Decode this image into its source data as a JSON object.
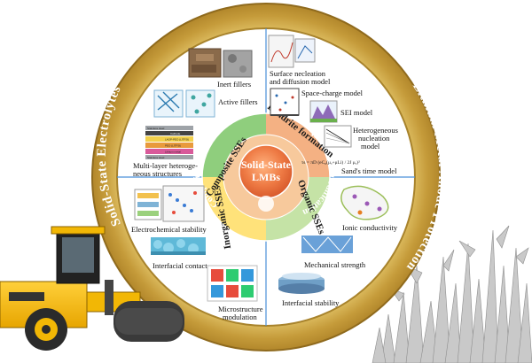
{
  "outer_ring": {
    "left_label": "Solid-State Electrolytes",
    "right_label": "Lithium Metal Anode Protection"
  },
  "center": {
    "line1": "Solid-State",
    "line2": "LMBs",
    "arc_left": "Composition Tuning",
    "arc_right": "Interfacial modification"
  },
  "quadrant_titles": {
    "top_left": "Composite SSEs",
    "top_right": "Dendrite formation",
    "bottom_left": "Inorganic SSEs",
    "bottom_right": "Organic SSEs"
  },
  "top_left_items": {
    "inert": "Inert fillers",
    "active": "Active fillers",
    "multilayer_1": "Multi-layer heteroge-",
    "multilayer_2": "neous structures"
  },
  "multilayer_diagram": {
    "row1": "Stainless steel",
    "row2": "Cathode",
    "row3": "LAGP-PEO (LITFSI)",
    "row4": "PEO (LITFSI)",
    "row5": "Lithium metal",
    "row6": "Stainless steel"
  },
  "top_right_items": {
    "surface_1": "Surface necleation",
    "surface_2": "and diffusion model",
    "space_charge": "Space-charge model",
    "sei": "SEI model",
    "hetero_1": "Heterogeneous",
    "hetero_2": "nucleation",
    "hetero_3": "model",
    "sand": "Sand's time model",
    "formula": "τs = πD (eC₀(μₐ+μLi) / 2J μₐ)²"
  },
  "bottom_left_items": {
    "electrochem": "Electrochemical stability",
    "contact": "Interfacial contact",
    "micro_1": "Microstructure",
    "micro_2": "modulation"
  },
  "bottom_right_items": {
    "ionic": "Ionic conductivity",
    "mechanical": "Mechanical strength",
    "interfacial": "Interfacial stability"
  },
  "colors": {
    "gold_ring": "#c9a545",
    "gold_dark": "#a8832c",
    "inner_bg": "#ffffff",
    "divider": "#4a90d9",
    "tl_sector": "#8fce7d",
    "tr_sector": "#f4b183",
    "bl_sector": "#ffe27a",
    "br_sector": "#c5e3a6",
    "core": "#e96a3e",
    "roller_yellow": "#f2b705",
    "roller_dark": "#2b2b2b"
  }
}
